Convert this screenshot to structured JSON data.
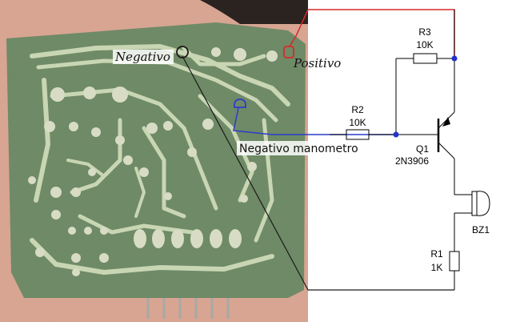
{
  "annotations": {
    "negativo": "Negativo",
    "positivo": "Positivo",
    "negativo_manometro": "Negativo manometro"
  },
  "components": {
    "r3": {
      "name": "R3",
      "value": "10K"
    },
    "r2": {
      "name": "R2",
      "value": "10K"
    },
    "q1": {
      "name": "Q1",
      "value": "2N3906"
    },
    "bz1": {
      "name": "BZ1"
    },
    "r1": {
      "name": "R1",
      "value": "1K"
    }
  },
  "colors": {
    "pcb_board": "#6f8a66",
    "pcb_trace": "#c9d6b4",
    "pcb_pad": "#d8dcc4",
    "hand": "#d7a592",
    "wire_positive": "#d62a2a",
    "wire_negative_manometer": "#2c3ccc",
    "wire_negative": "#1a1a1a",
    "schematic_line": "#000000",
    "junction": "#2233cc"
  }
}
